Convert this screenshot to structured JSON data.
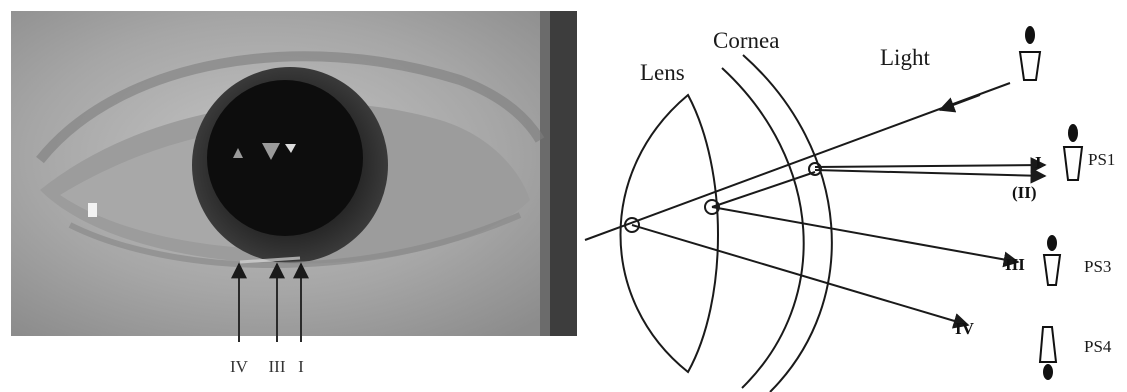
{
  "photo": {
    "arrow_labels": [
      "IV",
      "III",
      "I"
    ]
  },
  "diagram": {
    "structures": {
      "lens": "Lens",
      "cornea": "Cornea",
      "light": "Light"
    },
    "reflections": {
      "r1": "I",
      "r2": "(II)",
      "r3": "III",
      "r4": "IV"
    },
    "images": {
      "ps1": "PS1",
      "ps3": "PS3",
      "ps4": "PS4"
    }
  },
  "colors": {
    "line": "#1a1a1a",
    "photo_skin": "#a9a9a9",
    "pupil": "#0d0d0d"
  }
}
